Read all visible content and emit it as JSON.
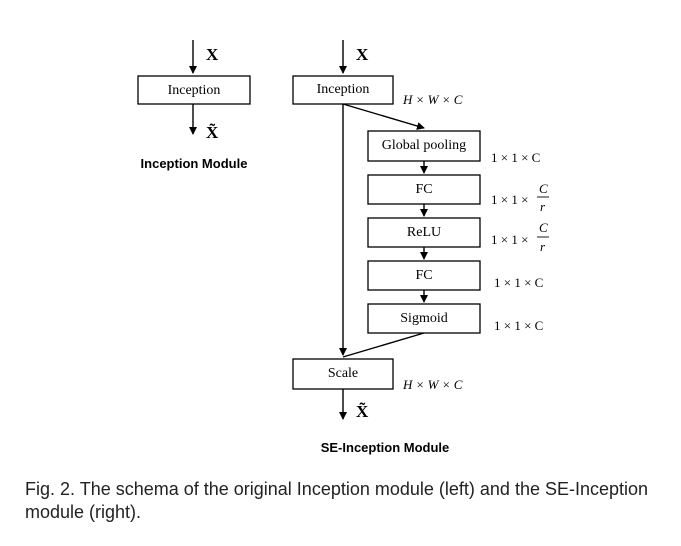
{
  "left_module": {
    "input_label": "X",
    "inception_label": "Inception",
    "output_label": "X̃",
    "title": "Inception Module"
  },
  "right_module": {
    "input_label": "X",
    "inception_label": "Inception",
    "inception_dim": "H × W × C",
    "global_pooling_label": "Global pooling",
    "global_pooling_dim": "1 × 1 × C",
    "fc1_label": "FC",
    "fc1_dim_prefix": "1 × 1 ×",
    "fc1_dim_numerator": "C",
    "fc1_dim_denominator": "r",
    "relu_label": "ReLU",
    "relu_dim_prefix": "1 × 1 ×",
    "relu_dim_numerator": "C",
    "relu_dim_denominator": "r",
    "fc2_label": "FC",
    "fc2_dim": "1 × 1 × C",
    "sigmoid_label": "Sigmoid",
    "sigmoid_dim": "1 × 1 × C",
    "scale_label": "Scale",
    "scale_dim": "H × W × C",
    "output_label": "X̃",
    "title": "SE-Inception Module"
  },
  "caption": "Fig. 2. The schema of the original Inception module (left) and the SE-Inception module (right)."
}
